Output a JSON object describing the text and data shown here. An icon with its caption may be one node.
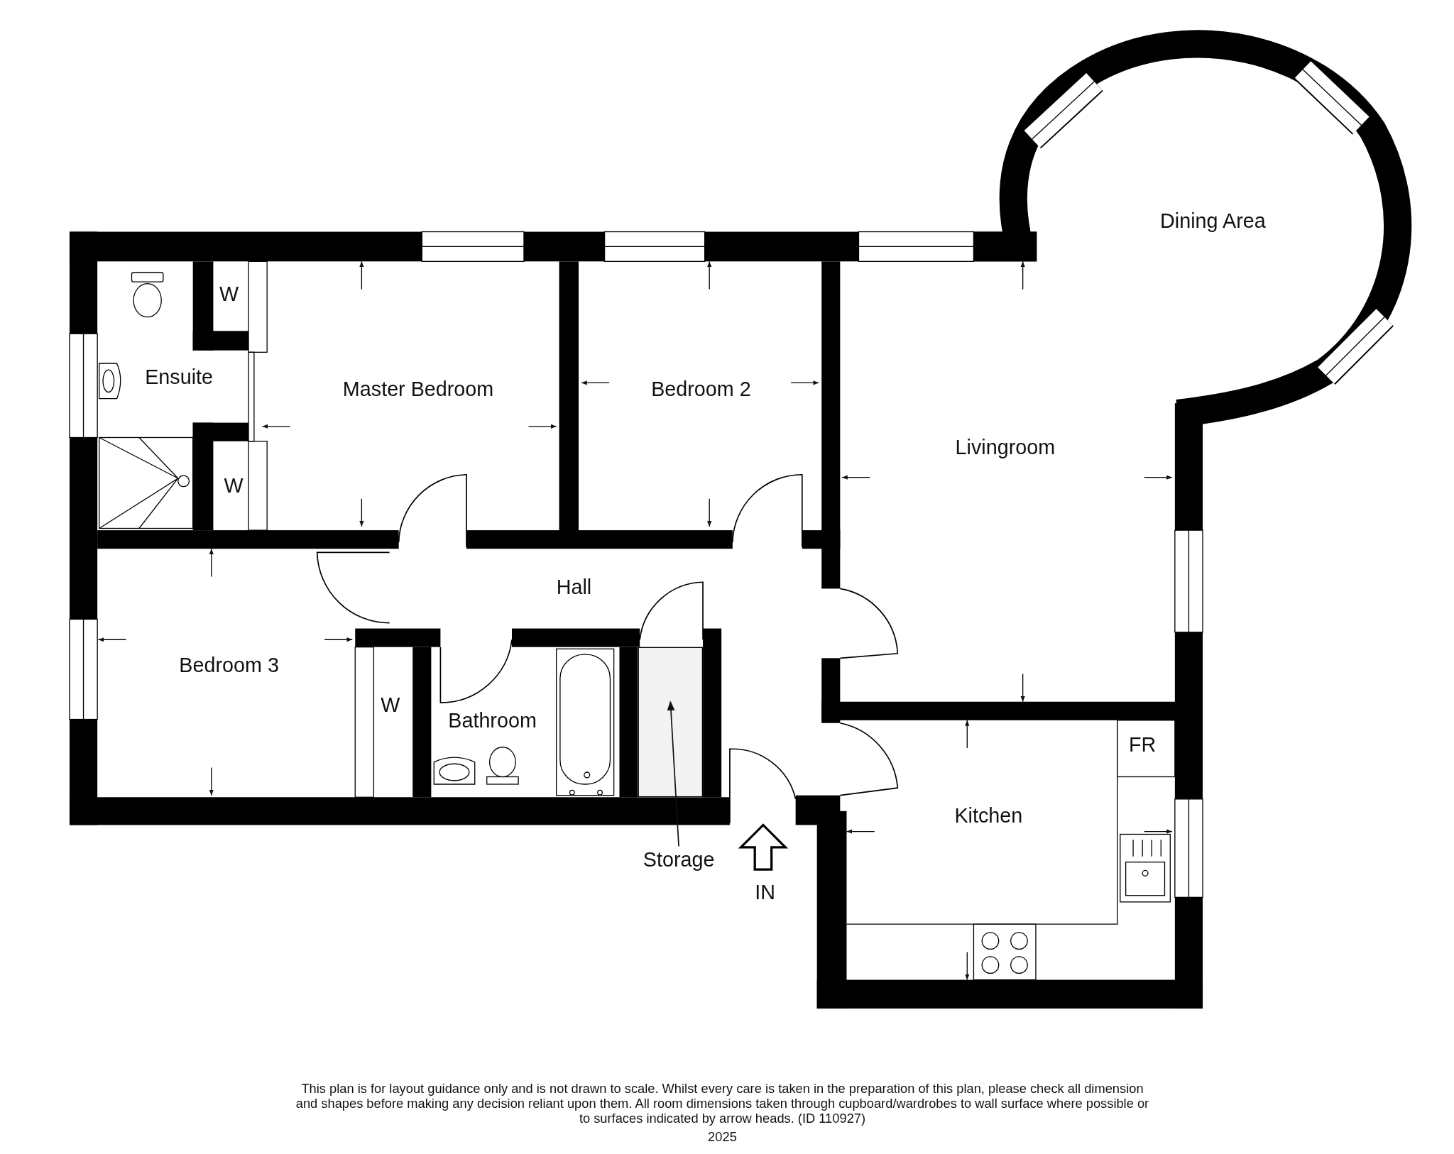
{
  "diagram": {
    "nodes": [
      {
        "text": [
          "Storage"
        ]
      },
      {
        "text": [],
        "shape": "box"
      }
    ],
    "edges": [
      {
        "from": 0,
        "to": 1,
        "arrow": "to"
      }
    ],
    "labels": [
      "Dining Area",
      "Ensuite",
      "W",
      "Master Bedroom",
      "Bedroom 2",
      "Livingroom",
      "W",
      "Hall",
      "Bedroom 3",
      "W",
      "Bathroom",
      "FR",
      "Kitchen",
      "IN",
      "This plan is for layout guidance only and is not drawn to scale. Whilst every care is taken in the preparation of this plan, please check all dimension and shapes before making any decision reliant upon them. All room dimensions taken through cupboard/wardrobes to wall surface where possible or to surfaces indicated by arrow heads. (ID 110927)",
      "2025"
    ]
  }
}
